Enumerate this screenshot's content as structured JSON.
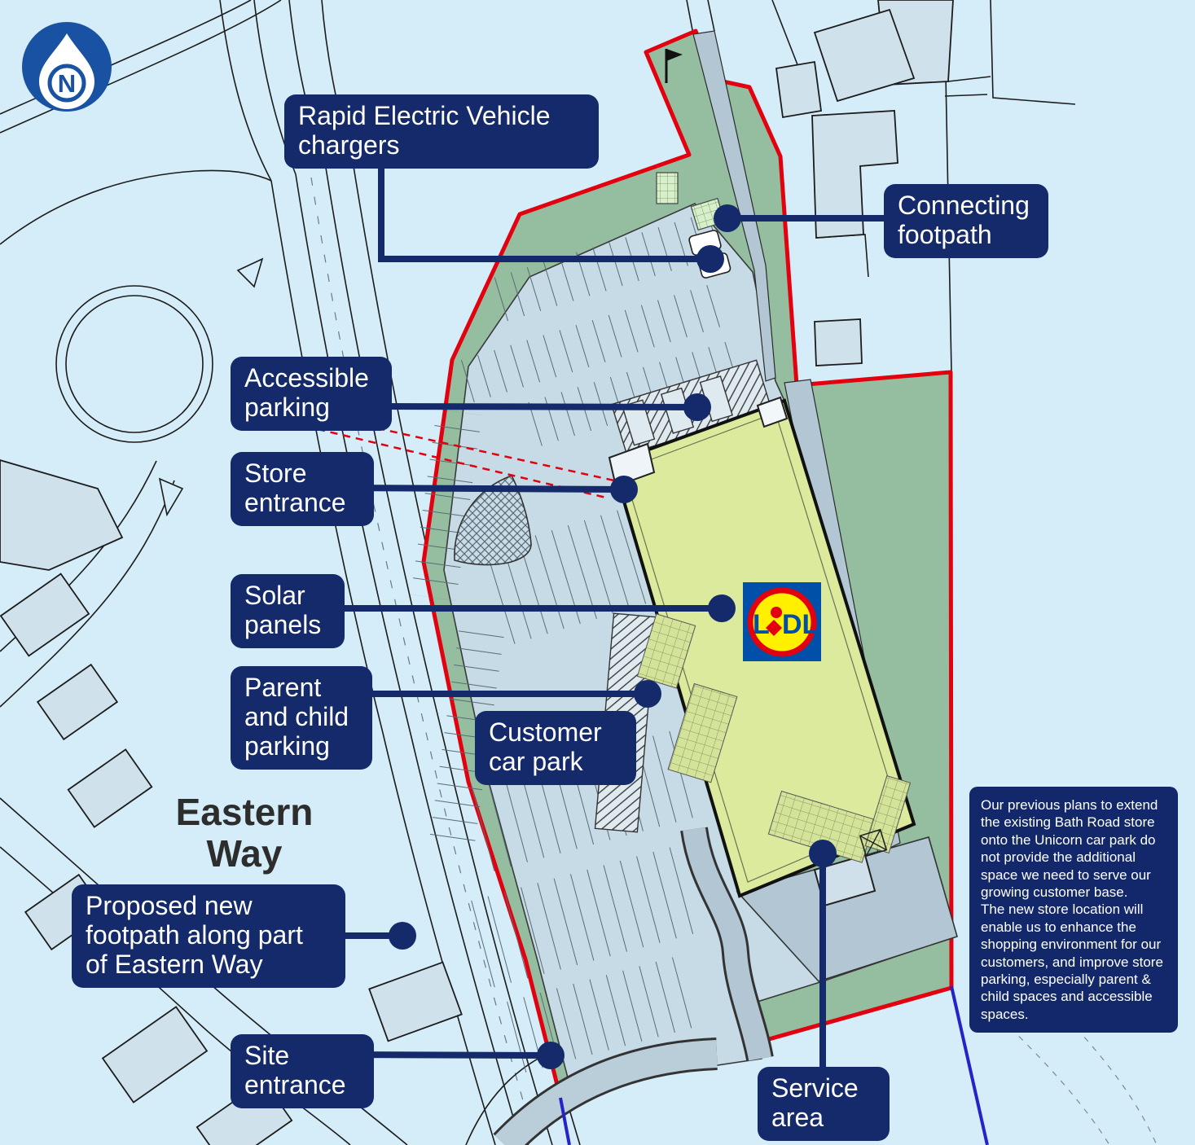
{
  "north_badge": {
    "letter": "N"
  },
  "logo": {
    "brand": "LiDL",
    "l": "L",
    "dl": "DL"
  },
  "road_label": {
    "line1": "Eastern",
    "line2": "Way"
  },
  "callouts": {
    "rapid_ev": "Rapid Electric Vehicle chargers",
    "connecting_footpath": "Connecting footpath",
    "accessible_parking": "Accessible parking",
    "store_entrance": "Store entrance",
    "solar_panels": "Solar panels",
    "parent_child": "Parent and child parking",
    "customer_car_park": "Customer car park",
    "proposed_footpath": "Proposed new footpath along part of Eastern Way",
    "site_entrance": "Site entrance",
    "service_area": "Service area"
  },
  "info_box": {
    "p1": "Our previous plans to extend the existing Bath Road store onto the Unicorn car park do not provide the additional space we need to serve our growing customer base.",
    "p2": "The new store location will enable us to enhance the shopping environment for our customers, and improve store parking, especially parent & child spaces and accessible spaces."
  },
  "colors": {
    "label_navy": "#142a6b",
    "boundary_red": "#e3000f",
    "site_green": "#95bda0",
    "building_yellow": "#dcea9e",
    "parking_grey": "#c6dbe5",
    "water_blue": "#2323c8",
    "background": "#d4edf8",
    "lidl_blue": "#0050aa",
    "lidl_yellow": "#fff000",
    "lidl_red": "#e3000f"
  }
}
